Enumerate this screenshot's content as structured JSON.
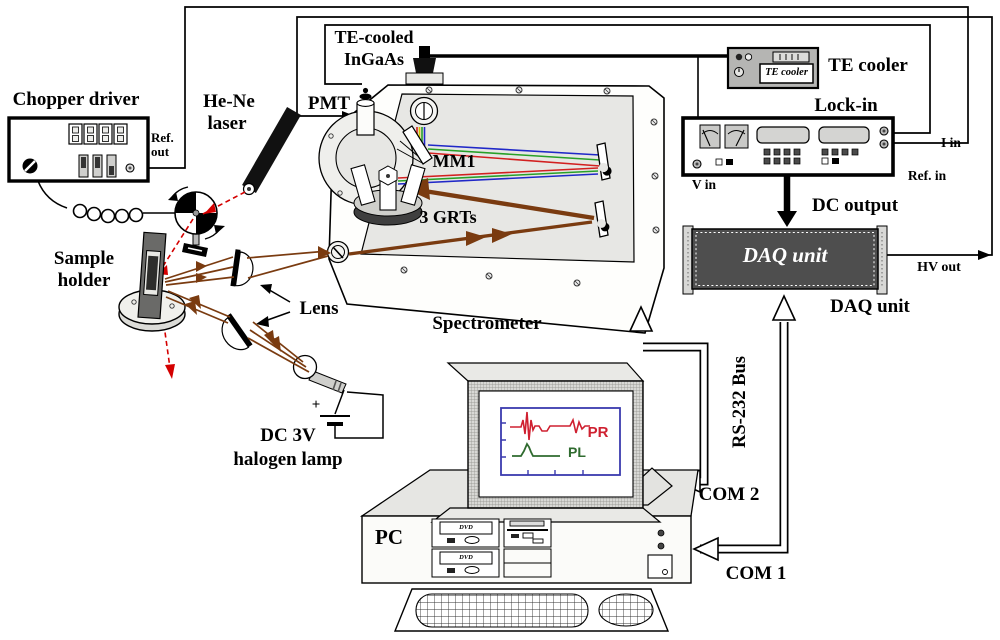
{
  "diagram": {
    "chopper": {
      "label": "Chopper driver",
      "port_line1": "Ref.",
      "port_line2": "out"
    },
    "laser": {
      "line1": "He-Ne",
      "line2": "laser"
    },
    "detector": {
      "line1": "TE-cooled",
      "line2": "InGaAs",
      "pmt": "PMT"
    },
    "spectrometer": {
      "label": "Spectrometer",
      "mirror": "MM1",
      "gratings": "3 GRTs"
    },
    "sample": {
      "line1": "Sample",
      "line2": "holder"
    },
    "optics": {
      "lens": "Lens"
    },
    "lamp": {
      "line1": "DC 3V",
      "line2": "halogen lamp",
      "plus": "+"
    },
    "te_cooler": {
      "label": "TE cooler",
      "display": "TE cooler"
    },
    "lock_in": {
      "label": "Lock-in",
      "v_in": "V in",
      "i_in": "I in",
      "ref_in": "Ref.  in"
    },
    "daq": {
      "face": "DAQ unit",
      "label": "DAQ unit",
      "dc_output": "DC output",
      "hv_out": "HV out"
    },
    "pc": {
      "label": "PC",
      "com1": "COM 1",
      "com2": "COM 2",
      "bus": "RS-232 Bus",
      "dvd": "DVD"
    },
    "screen": {
      "pr": "PR",
      "pl": "PL"
    }
  },
  "colors": {
    "beam_brown": "#7a3b10",
    "laser_red": "#d40000",
    "pr_red": "#cf2030",
    "pl_green": "#2f6b2f",
    "plot_blue": "#3a3aae",
    "daq_fill": "#4e4e4e"
  }
}
